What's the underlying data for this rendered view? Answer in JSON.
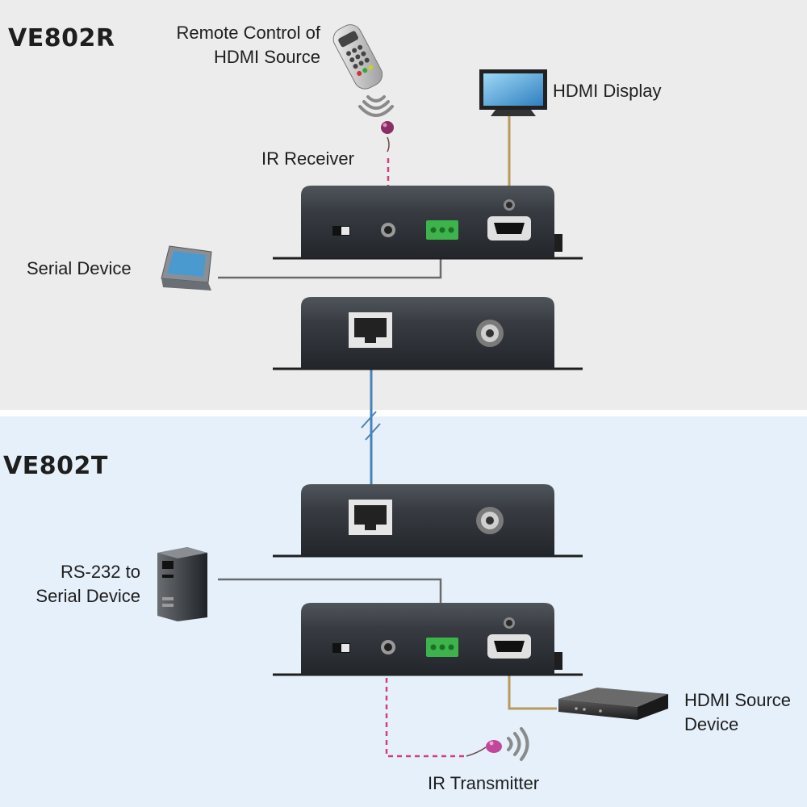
{
  "sections": {
    "receiver": {
      "title": "VE802R"
    },
    "transmitter": {
      "title": "VE802T"
    }
  },
  "labels": {
    "remote_control_line1": "Remote Control of",
    "remote_control_line2": "HDMI Source",
    "hdmi_display": "HDMI Display",
    "ir_receiver": "IR Receiver",
    "serial_device": "Serial Device",
    "rs232_line1": "RS-232 to",
    "rs232_line2": "Serial Device",
    "hdmi_source_line1": "HDMI Source",
    "hdmi_source_line2": "Device",
    "ir_transmitter": "IR Transmitter"
  },
  "colors": {
    "receiver_bg": "#ececec",
    "transmitter_bg": "#e6f0fa",
    "device_body": "#33373d",
    "hdmi_cable": "#b89a5c",
    "ir_cable": "#d0407e",
    "serial_cable": "#6a6a6a",
    "ethernet_cable": "#4a82b8",
    "terminal_block": "#3cb44b"
  }
}
